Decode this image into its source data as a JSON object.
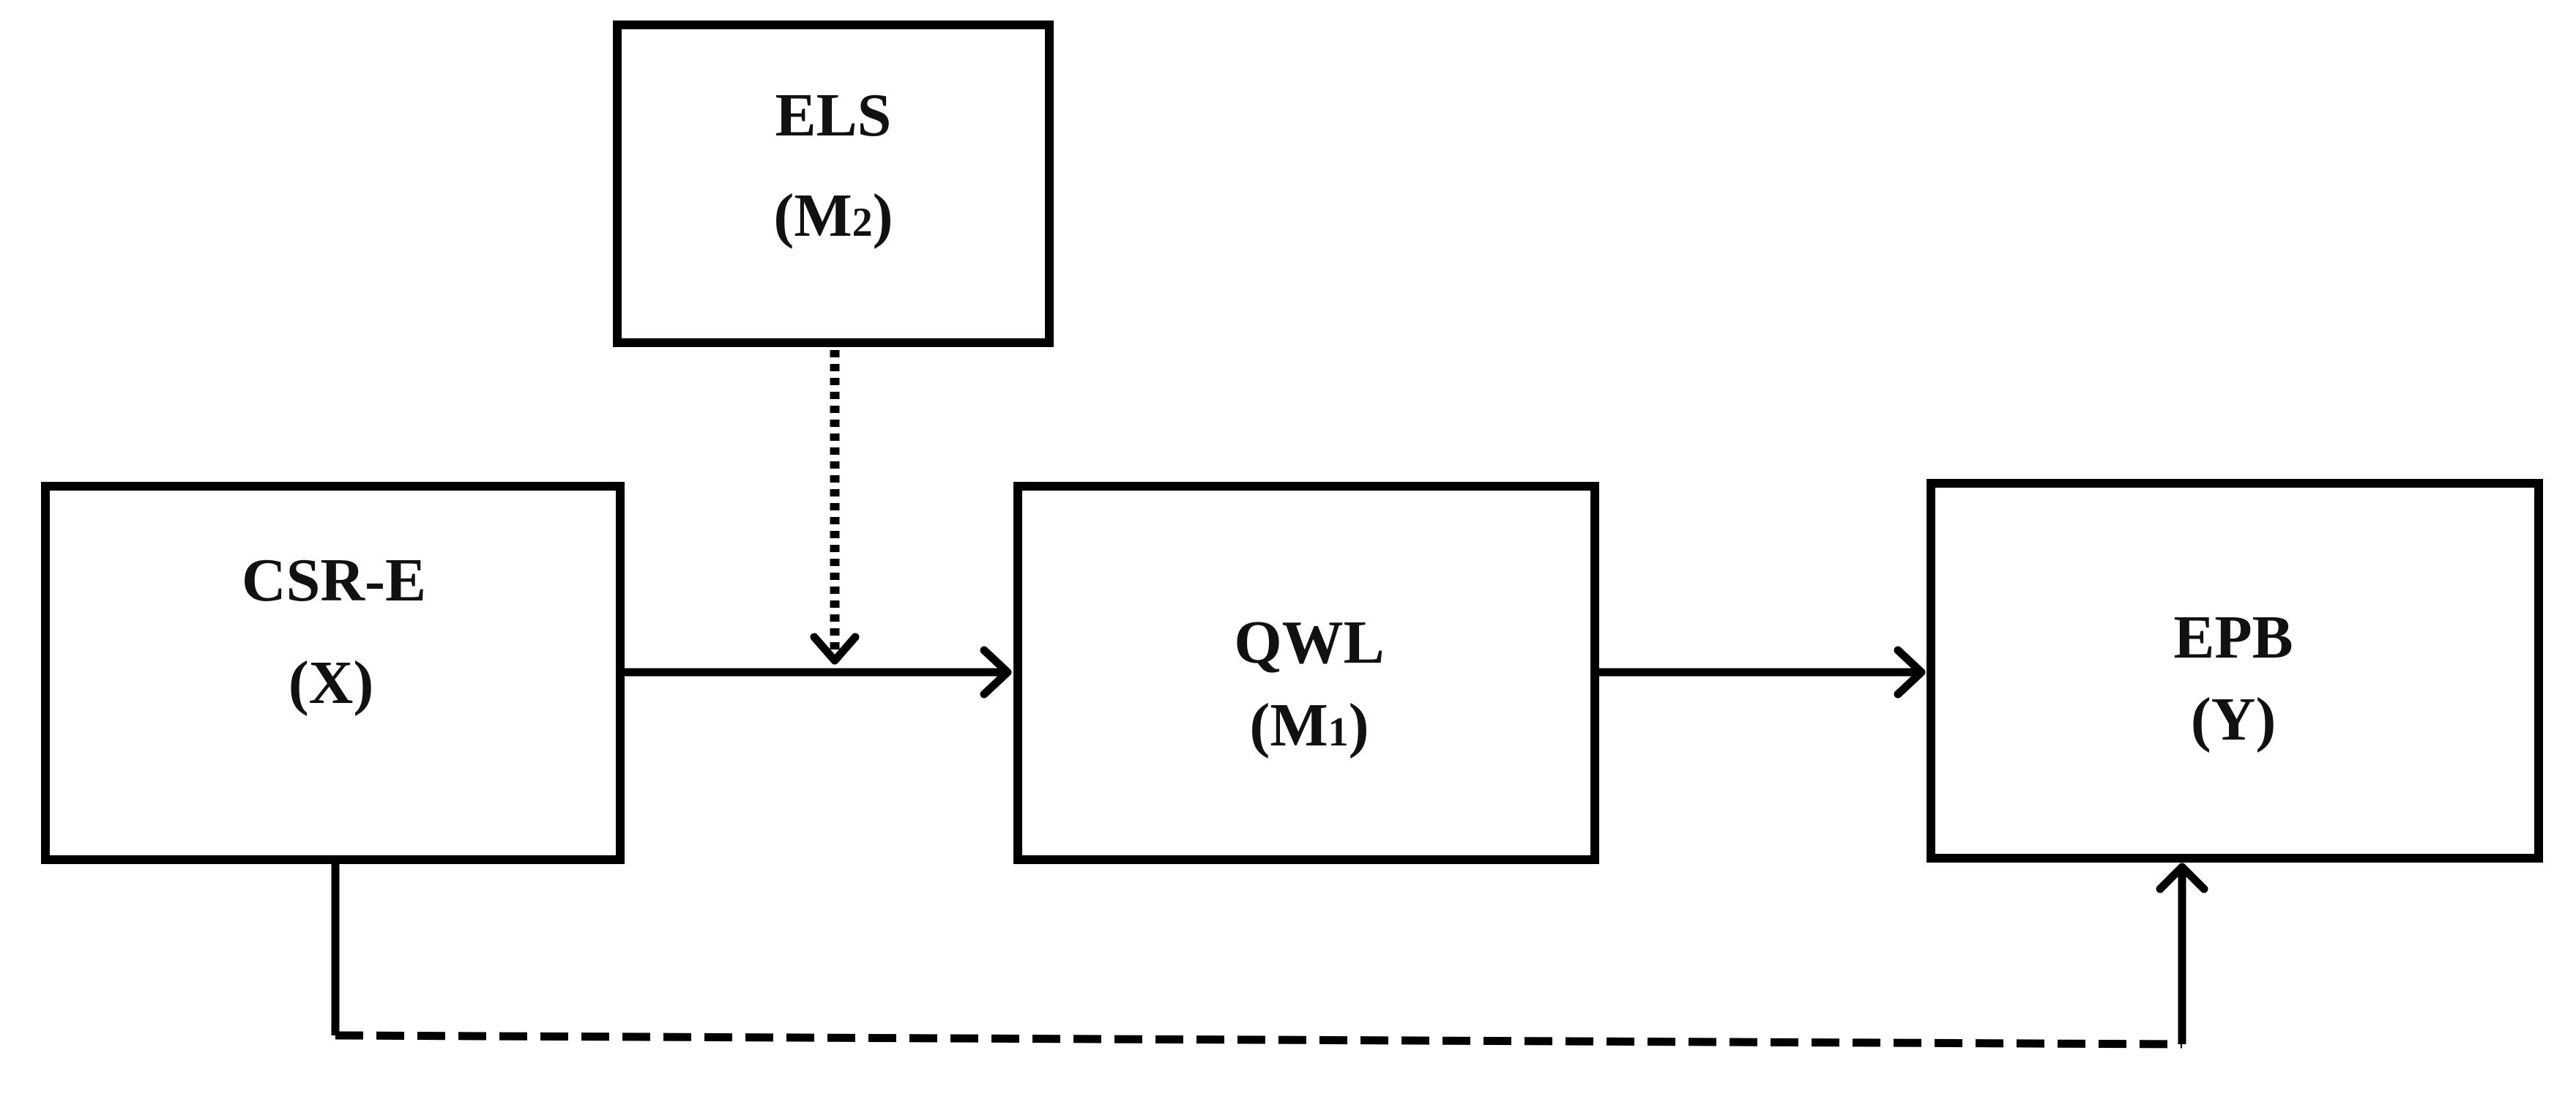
{
  "nodes": {
    "els": {
      "label": "ELS",
      "sublabel_prefix": "(M",
      "sublabel_sub": "2",
      "sublabel_suffix": ")"
    },
    "csr": {
      "label": "CSR-E",
      "sublabel": "(X)"
    },
    "qwl": {
      "label": "QWL",
      "sublabel_prefix": "(M",
      "sublabel_sub": "1",
      "sublabel_suffix": ")"
    },
    "epb": {
      "label": "EPB",
      "sublabel": "(Y)"
    }
  }
}
